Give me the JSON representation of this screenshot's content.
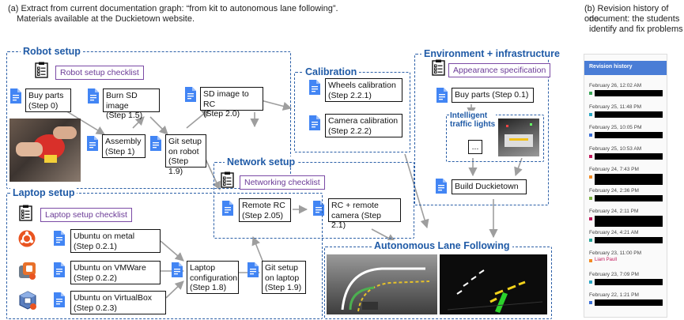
{
  "captions": {
    "left_line1": "(a) Extract from current documentation graph: “from kit to autonomous lane following”.",
    "left_line2": "Materials available at the Duckietown website.",
    "right_line1": "(b) Revision history of one",
    "right_line2": "document: the students",
    "right_line3": "identify and fix problems"
  },
  "groups": {
    "robot_setup": "Robot setup",
    "calibration": "Calibration",
    "environment": "Environment + infrastructure",
    "network_setup": "Network setup",
    "laptop_setup": "Laptop setup",
    "autonomous": "Autonomous Lane Following"
  },
  "checklists": {
    "robot": "Robot setup checklist",
    "appearance": "Appearance specification",
    "networking": "Networking checklist",
    "laptop": "Laptop setup checklist"
  },
  "nodes": {
    "buy_parts": [
      "Buy parts",
      "(Step 0)"
    ],
    "burn_sd": [
      "Burn SD image",
      "(Step 1.5)"
    ],
    "sd_to_rc": [
      "SD image to RC",
      "(Step 2.0)"
    ],
    "assembly": [
      "Assembly",
      "(Step 1)"
    ],
    "git_robot": [
      "Git setup",
      "on robot",
      "(Step 1.9)"
    ],
    "wheels_cal": [
      "Wheels calibration",
      "(Step 2.2.1)"
    ],
    "camera_cal": [
      "Camera calibration",
      "(Step 2.2.2)"
    ],
    "env_buy_parts": [
      "Buy parts (Step 0.1)"
    ],
    "traffic_lights": [
      "Intelligent",
      "traffic lights"
    ],
    "ellipsis": [
      "..."
    ],
    "build_duckietown": [
      "Build Duckietown"
    ],
    "remote_rc": [
      "Remote RC",
      "(Step 2.05)"
    ],
    "rc_remote_cam": [
      "RC + remote",
      "camera (Step 2.1)"
    ],
    "ubuntu_metal": [
      "Ubuntu on metal",
      "(Step 0.2.1)"
    ],
    "ubuntu_vmware": [
      "Ubuntu on VMWare",
      "(Step 0.2.2)"
    ],
    "ubuntu_vbox": [
      "Ubuntu on VirtualBox",
      "(Step 0.2.3)"
    ],
    "laptop_config": [
      "Laptop",
      "configuration",
      "(Step 1.8)"
    ],
    "git_laptop": [
      "Git setup",
      "on laptop",
      "(Step 1.9)"
    ]
  },
  "revision": {
    "header": "Revision history",
    "entries": [
      {
        "date": "February 26, 12:02 AM",
        "color": "#3aa757"
      },
      {
        "date": "February 25, 11:48 PM",
        "color": "#2aa7c4"
      },
      {
        "date": "February 25, 10:05 PM",
        "color": "#3b6fd6"
      },
      {
        "date": "February 25, 10:53 AM",
        "color": "#c2185b"
      },
      {
        "date": "February 24, 7:43 PM",
        "color": "#f28b22"
      },
      {
        "date": "February 24, 2:36 PM",
        "color": "#7cb342"
      },
      {
        "date": "February 24, 2:11 PM",
        "color": "#c2185b"
      },
      {
        "date": "February 24, 4:21 AM",
        "color": "#26a69a"
      },
      {
        "date": "February 23, 11:00 PM",
        "color": "#f28b22",
        "author": "Liam Paull"
      },
      {
        "date": "February 23, 7:09 PM",
        "color": "#2aa7c4"
      },
      {
        "date": "February 22, 1:21 PM",
        "color": "#3b6fd6"
      }
    ]
  },
  "colors": {
    "group_border": "#2b5fa7",
    "checklist": "#7b4aa5",
    "doc_icon": "#4285f4",
    "arrow": "#9e9e9e"
  }
}
